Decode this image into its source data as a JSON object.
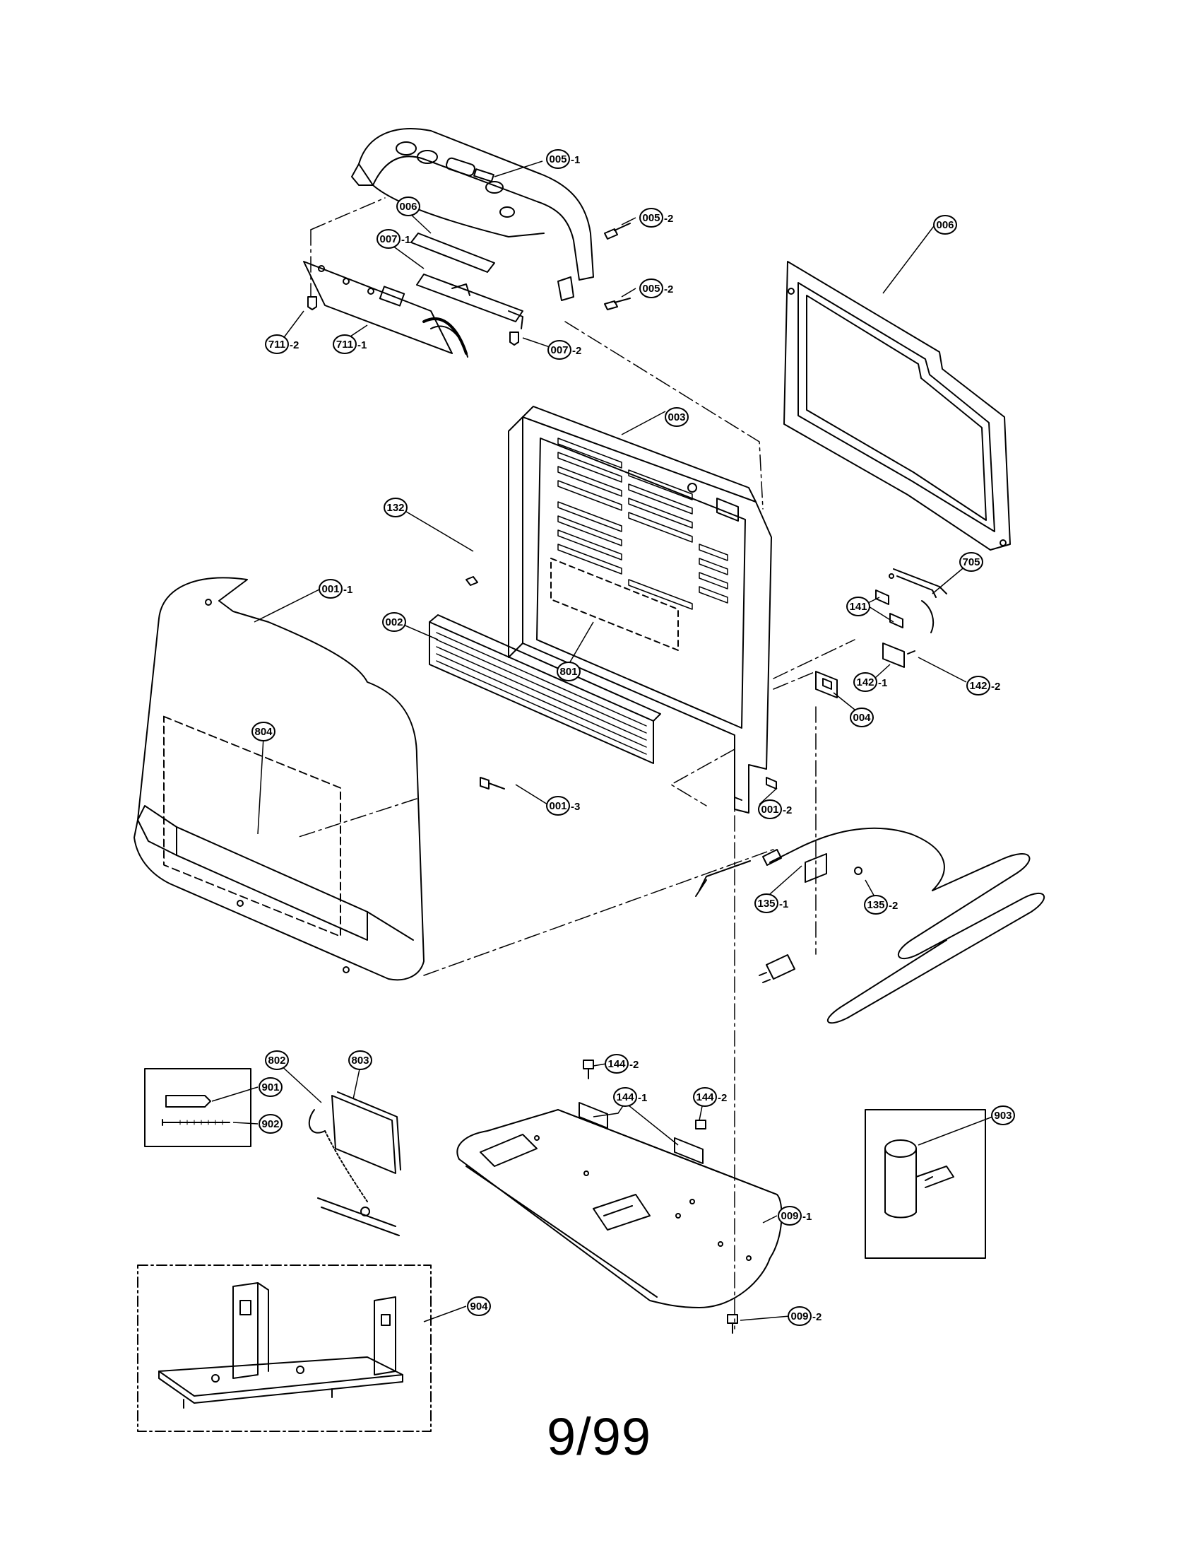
{
  "page": {
    "footer": "9/99"
  },
  "callouts": [
    {
      "id": "c-005-1",
      "number": "005",
      "suffix": "-1"
    },
    {
      "id": "c-005-2a",
      "number": "005",
      "suffix": "-2"
    },
    {
      "id": "c-005-2b",
      "number": "005",
      "suffix": "-2"
    },
    {
      "id": "c-006a",
      "number": "006",
      "suffix": ""
    },
    {
      "id": "c-006b",
      "number": "006",
      "suffix": ""
    },
    {
      "id": "c-007-1",
      "number": "007",
      "suffix": "-1"
    },
    {
      "id": "c-007-2",
      "number": "007",
      "suffix": "-2"
    },
    {
      "id": "c-711-1",
      "number": "711",
      "suffix": "-1"
    },
    {
      "id": "c-711-2",
      "number": "711",
      "suffix": "-2"
    },
    {
      "id": "c-003",
      "number": "003",
      "suffix": ""
    },
    {
      "id": "c-132",
      "number": "132",
      "suffix": ""
    },
    {
      "id": "c-001-1",
      "number": "001",
      "suffix": "-1"
    },
    {
      "id": "c-002",
      "number": "002",
      "suffix": ""
    },
    {
      "id": "c-801",
      "number": "801",
      "suffix": ""
    },
    {
      "id": "c-804",
      "number": "804",
      "suffix": ""
    },
    {
      "id": "c-001-3",
      "number": "001",
      "suffix": "-3"
    },
    {
      "id": "c-001-2",
      "number": "001",
      "suffix": "-2"
    },
    {
      "id": "c-705",
      "number": "705",
      "suffix": ""
    },
    {
      "id": "c-141",
      "number": "141",
      "suffix": ""
    },
    {
      "id": "c-142-1",
      "number": "142",
      "suffix": "-1"
    },
    {
      "id": "c-142-2",
      "number": "142",
      "suffix": "-2"
    },
    {
      "id": "c-004",
      "number": "004",
      "suffix": ""
    },
    {
      "id": "c-135-1",
      "number": "135",
      "suffix": "-1"
    },
    {
      "id": "c-135-2",
      "number": "135",
      "suffix": "-2"
    },
    {
      "id": "c-802",
      "number": "802",
      "suffix": ""
    },
    {
      "id": "c-803",
      "number": "803",
      "suffix": ""
    },
    {
      "id": "c-901",
      "number": "901",
      "suffix": ""
    },
    {
      "id": "c-902",
      "number": "902",
      "suffix": ""
    },
    {
      "id": "c-144-2a",
      "number": "144",
      "suffix": "-2"
    },
    {
      "id": "c-144-1",
      "number": "144",
      "suffix": "-1"
    },
    {
      "id": "c-144-2b",
      "number": "144",
      "suffix": "-2"
    },
    {
      "id": "c-009-1",
      "number": "009",
      "suffix": "-1"
    },
    {
      "id": "c-009-2",
      "number": "009",
      "suffix": "-2"
    },
    {
      "id": "c-903",
      "number": "903",
      "suffix": ""
    },
    {
      "id": "c-904",
      "number": "904",
      "suffix": ""
    }
  ]
}
